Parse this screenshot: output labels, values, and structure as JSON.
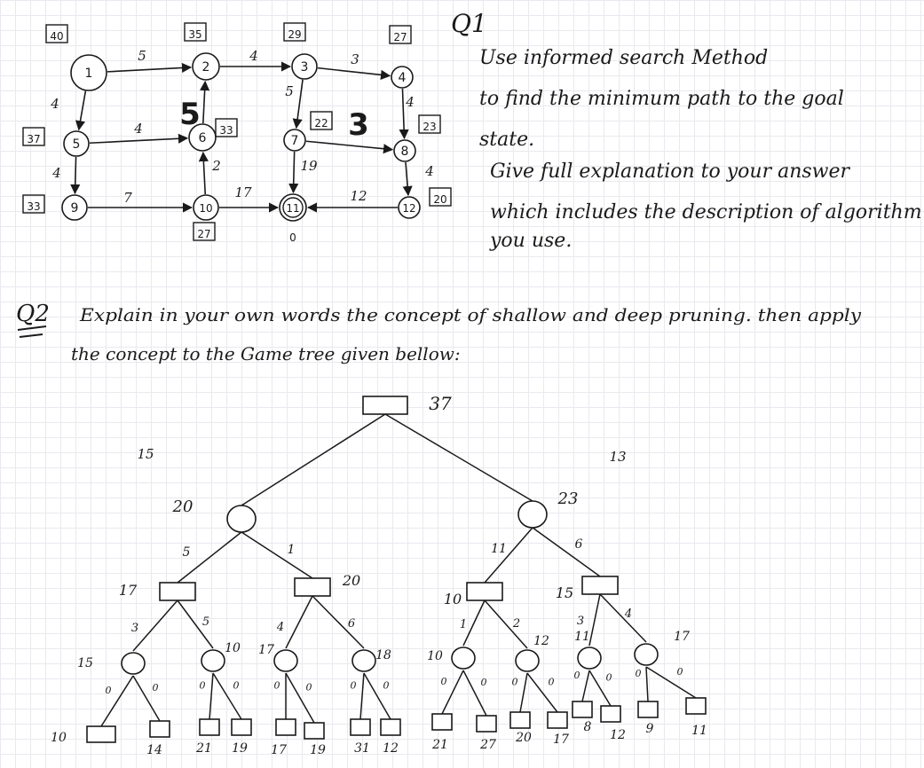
{
  "q1": {
    "label": "Q1",
    "lines": [
      "Use informed search Method",
      "to find the minimum path to the goal",
      "state.",
      "Give full explanation to your answer",
      "which includes the description of algorithm",
      "you use."
    ],
    "graph": {
      "nodes": [
        {
          "id": "1",
          "h": "40"
        },
        {
          "id": "2",
          "h": "35"
        },
        {
          "id": "3",
          "h": "29"
        },
        {
          "id": "4",
          "h": "27"
        },
        {
          "id": "5",
          "h": "37"
        },
        {
          "id": "6",
          "h": "33"
        },
        {
          "id": "7",
          "h": "22"
        },
        {
          "id": "8",
          "h": "23"
        },
        {
          "id": "9",
          "h": "33"
        },
        {
          "id": "10",
          "h": "27"
        },
        {
          "id": "11",
          "h": "0"
        },
        {
          "id": "12",
          "h": "20"
        }
      ],
      "edges": [
        {
          "from": "1",
          "to": "2",
          "w": "5"
        },
        {
          "from": "2",
          "to": "3",
          "w": "4"
        },
        {
          "from": "3",
          "to": "4",
          "w": "3"
        },
        {
          "from": "1",
          "to": "5",
          "w": "4"
        },
        {
          "from": "5",
          "to": "6",
          "w": "4"
        },
        {
          "from": "6",
          "to": "2",
          "w": "5"
        },
        {
          "from": "3",
          "to": "7",
          "w": "5"
        },
        {
          "from": "4",
          "to": "8",
          "w": "4"
        },
        {
          "from": "7",
          "to": "8",
          "w": "3"
        },
        {
          "from": "5",
          "to": "9",
          "w": "4"
        },
        {
          "from": "10",
          "to": "6",
          "w": "2"
        },
        {
          "from": "7",
          "to": "11",
          "w": "19"
        },
        {
          "from": "8",
          "to": "12",
          "w": "4"
        },
        {
          "from": "9",
          "to": "10",
          "w": "7"
        },
        {
          "from": "10",
          "to": "11",
          "w": "17"
        },
        {
          "from": "12",
          "to": "11",
          "w": "12"
        }
      ]
    }
  },
  "q2": {
    "label": "Q2",
    "lines": [
      "Explain in your own words the concept of shallow and deep pruning. then apply",
      "the concept to the Game tree given bellow:"
    ],
    "tree": {
      "root": {
        "value": "37"
      },
      "level1": [
        {
          "value": "20",
          "edge": "15"
        },
        {
          "value": "23",
          "edge": "13"
        }
      ],
      "level2": [
        {
          "value": "17",
          "edge": "5"
        },
        {
          "value": "20",
          "edge": "1"
        },
        {
          "value": "10",
          "edge": "11"
        },
        {
          "value": "15",
          "edge": "6"
        }
      ],
      "level3": [
        {
          "value": "15",
          "edge": "3"
        },
        {
          "value": "10",
          "edge": "5"
        },
        {
          "value": "17",
          "edge": "4"
        },
        {
          "value": "18",
          "edge": "6"
        },
        {
          "value": "10",
          "edge": "1"
        },
        {
          "value": "12",
          "edge": "2"
        },
        {
          "value": "11",
          "edge": "3"
        },
        {
          "value": "17",
          "edge": "4"
        }
      ],
      "leaves": [
        {
          "value": "10",
          "edge": "0"
        },
        {
          "value": "14",
          "edge": "0"
        },
        {
          "value": "21",
          "edge": "0"
        },
        {
          "value": "19",
          "edge": "0"
        },
        {
          "value": "17",
          "edge": "0"
        },
        {
          "value": "19",
          "edge": "0"
        },
        {
          "value": "31",
          "edge": "0"
        },
        {
          "value": "12",
          "edge": "0"
        },
        {
          "value": "21",
          "edge": "0"
        },
        {
          "value": "27",
          "edge": "0"
        },
        {
          "value": "20",
          "edge": "0"
        },
        {
          "value": "17",
          "edge": "0"
        },
        {
          "value": "8",
          "edge": "0"
        },
        {
          "value": "12",
          "edge": "0"
        },
        {
          "value": "9",
          "edge": "0"
        },
        {
          "value": "11",
          "edge": "0"
        }
      ]
    }
  },
  "colors": {
    "ink": "#1a1a1a",
    "grid": "#e9e9ef"
  }
}
